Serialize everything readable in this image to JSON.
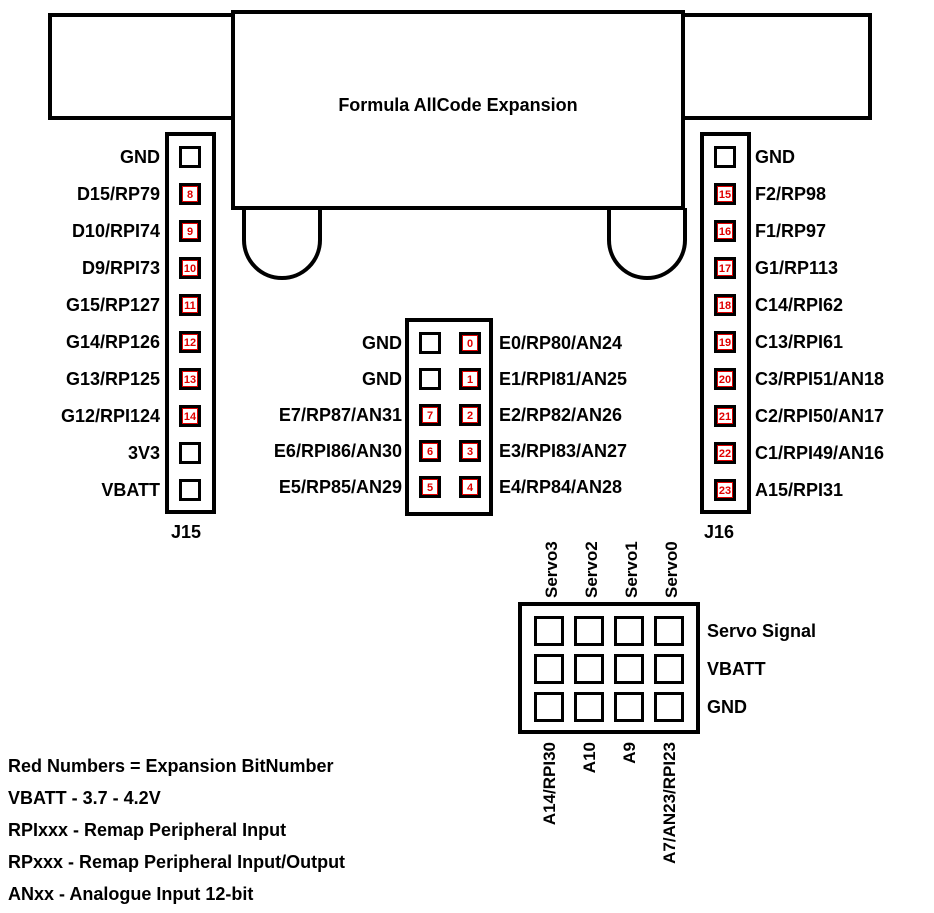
{
  "title": "Formula AllCode Expansion",
  "j15": {
    "name": "J15",
    "pins": [
      {
        "label": "GND",
        "bit": ""
      },
      {
        "label": "D15/RP79",
        "bit": "8"
      },
      {
        "label": "D10/RPI74",
        "bit": "9"
      },
      {
        "label": "D9/RPI73",
        "bit": "10"
      },
      {
        "label": "G15/RP127",
        "bit": "11"
      },
      {
        "label": "G14/RP126",
        "bit": "12"
      },
      {
        "label": "G13/RP125",
        "bit": "13"
      },
      {
        "label": "G12/RPI124",
        "bit": "14"
      },
      {
        "label": "3V3",
        "bit": ""
      },
      {
        "label": "VBATT",
        "bit": ""
      }
    ]
  },
  "j16": {
    "name": "J16",
    "pins": [
      {
        "label": "GND",
        "bit": ""
      },
      {
        "label": "F2/RP98",
        "bit": "15"
      },
      {
        "label": "F1/RP97",
        "bit": "16"
      },
      {
        "label": "G1/RP113",
        "bit": "17"
      },
      {
        "label": "C14/RPI62",
        "bit": "18"
      },
      {
        "label": "C13/RPI61",
        "bit": "19"
      },
      {
        "label": "C3/RPI51/AN18",
        "bit": "20"
      },
      {
        "label": "C2/RPI50/AN17",
        "bit": "21"
      },
      {
        "label": "C1/RPI49/AN16",
        "bit": "22"
      },
      {
        "label": "A15/RPI31",
        "bit": "23"
      }
    ]
  },
  "center": {
    "rows": [
      {
        "left_label": "GND",
        "left_bit": "",
        "right_bit": "0",
        "right_label": "E0/RP80/AN24"
      },
      {
        "left_label": "GND",
        "left_bit": "",
        "right_bit": "1",
        "right_label": "E1/RPI81/AN25"
      },
      {
        "left_label": "E7/RP87/AN31",
        "left_bit": "7",
        "right_bit": "2",
        "right_label": "E2/RP82/AN26"
      },
      {
        "left_label": "E6/RPI86/AN30",
        "left_bit": "6",
        "right_bit": "3",
        "right_label": "E3/RPI83/AN27"
      },
      {
        "left_label": "E5/RP85/AN29",
        "left_bit": "5",
        "right_bit": "4",
        "right_label": "E4/RP84/AN28"
      }
    ]
  },
  "servo": {
    "top_labels": [
      "Servo3",
      "Servo2",
      "Servo1",
      "Servo0"
    ],
    "row_labels": [
      "Servo Signal",
      "VBATT",
      "GND"
    ],
    "bottom_labels": [
      "A14/RPI30",
      "A10",
      "A9",
      "A7/AN23/RPI23"
    ]
  },
  "legend": [
    "Red Numbers = Expansion BitNumber",
    "VBATT - 3.7 - 4.2V",
    "RPIxxx - Remap Peripheral Input",
    "RPxxx - Remap Peripheral Input/Output",
    "ANxx - Analogue Input 12-bit"
  ]
}
